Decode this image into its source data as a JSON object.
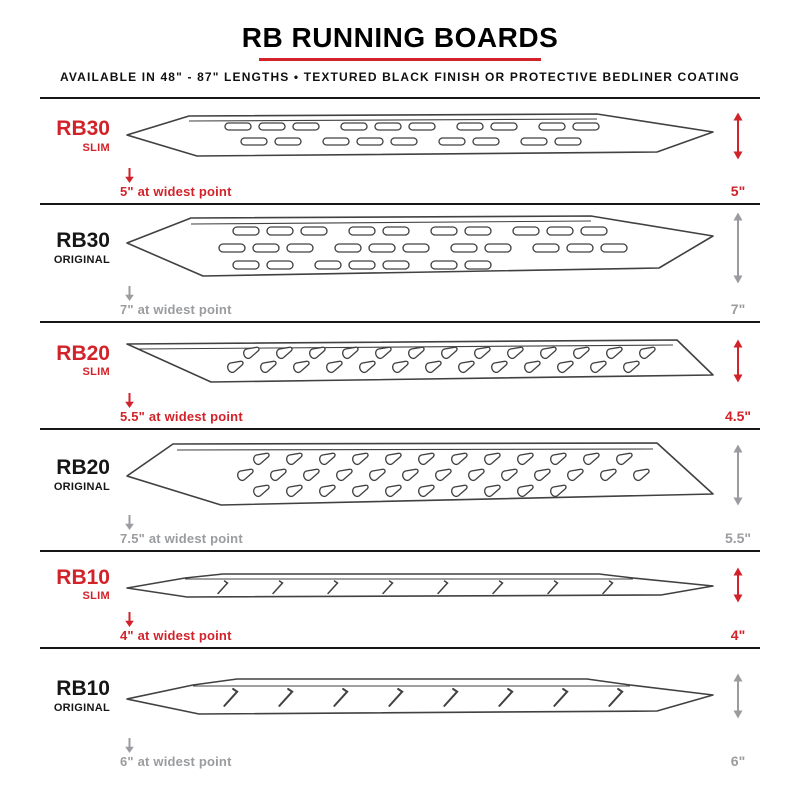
{
  "colors": {
    "accent_red": "#D2232A",
    "measure_gray": "#9A9C9F",
    "outline": "#414042"
  },
  "header": {
    "title": "RB RUNNING BOARDS",
    "subtitle": "AVAILABLE IN 48\" - 87\" LENGTHS • TEXTURED BLACK FINISH OR PROTECTIVE BEDLINER COATING"
  },
  "boards": [
    {
      "id": "rb30-slim",
      "model": "RB30",
      "variant": "SLIM",
      "style": "slim",
      "width_note": "5\" at widest point",
      "height_label": "5\""
    },
    {
      "id": "rb30-original",
      "model": "RB30",
      "variant": "ORIGINAL",
      "style": "original",
      "width_note": "7\" at widest point",
      "height_label": "7\""
    },
    {
      "id": "rb20-slim",
      "model": "RB20",
      "variant": "SLIM",
      "style": "slim",
      "width_note": "5.5\" at widest point",
      "height_label": "4.5\""
    },
    {
      "id": "rb20-original",
      "model": "RB20",
      "variant": "ORIGINAL",
      "style": "original",
      "width_note": "7.5\" at widest point",
      "height_label": "5.5\""
    },
    {
      "id": "rb10-slim",
      "model": "RB10",
      "variant": "SLIM",
      "style": "slim",
      "width_note": "4\" at widest point",
      "height_label": "4\""
    },
    {
      "id": "rb10-original",
      "model": "RB10",
      "variant": "ORIGINAL",
      "style": "original",
      "width_note": "6\" at widest point",
      "height_label": "6\""
    }
  ]
}
